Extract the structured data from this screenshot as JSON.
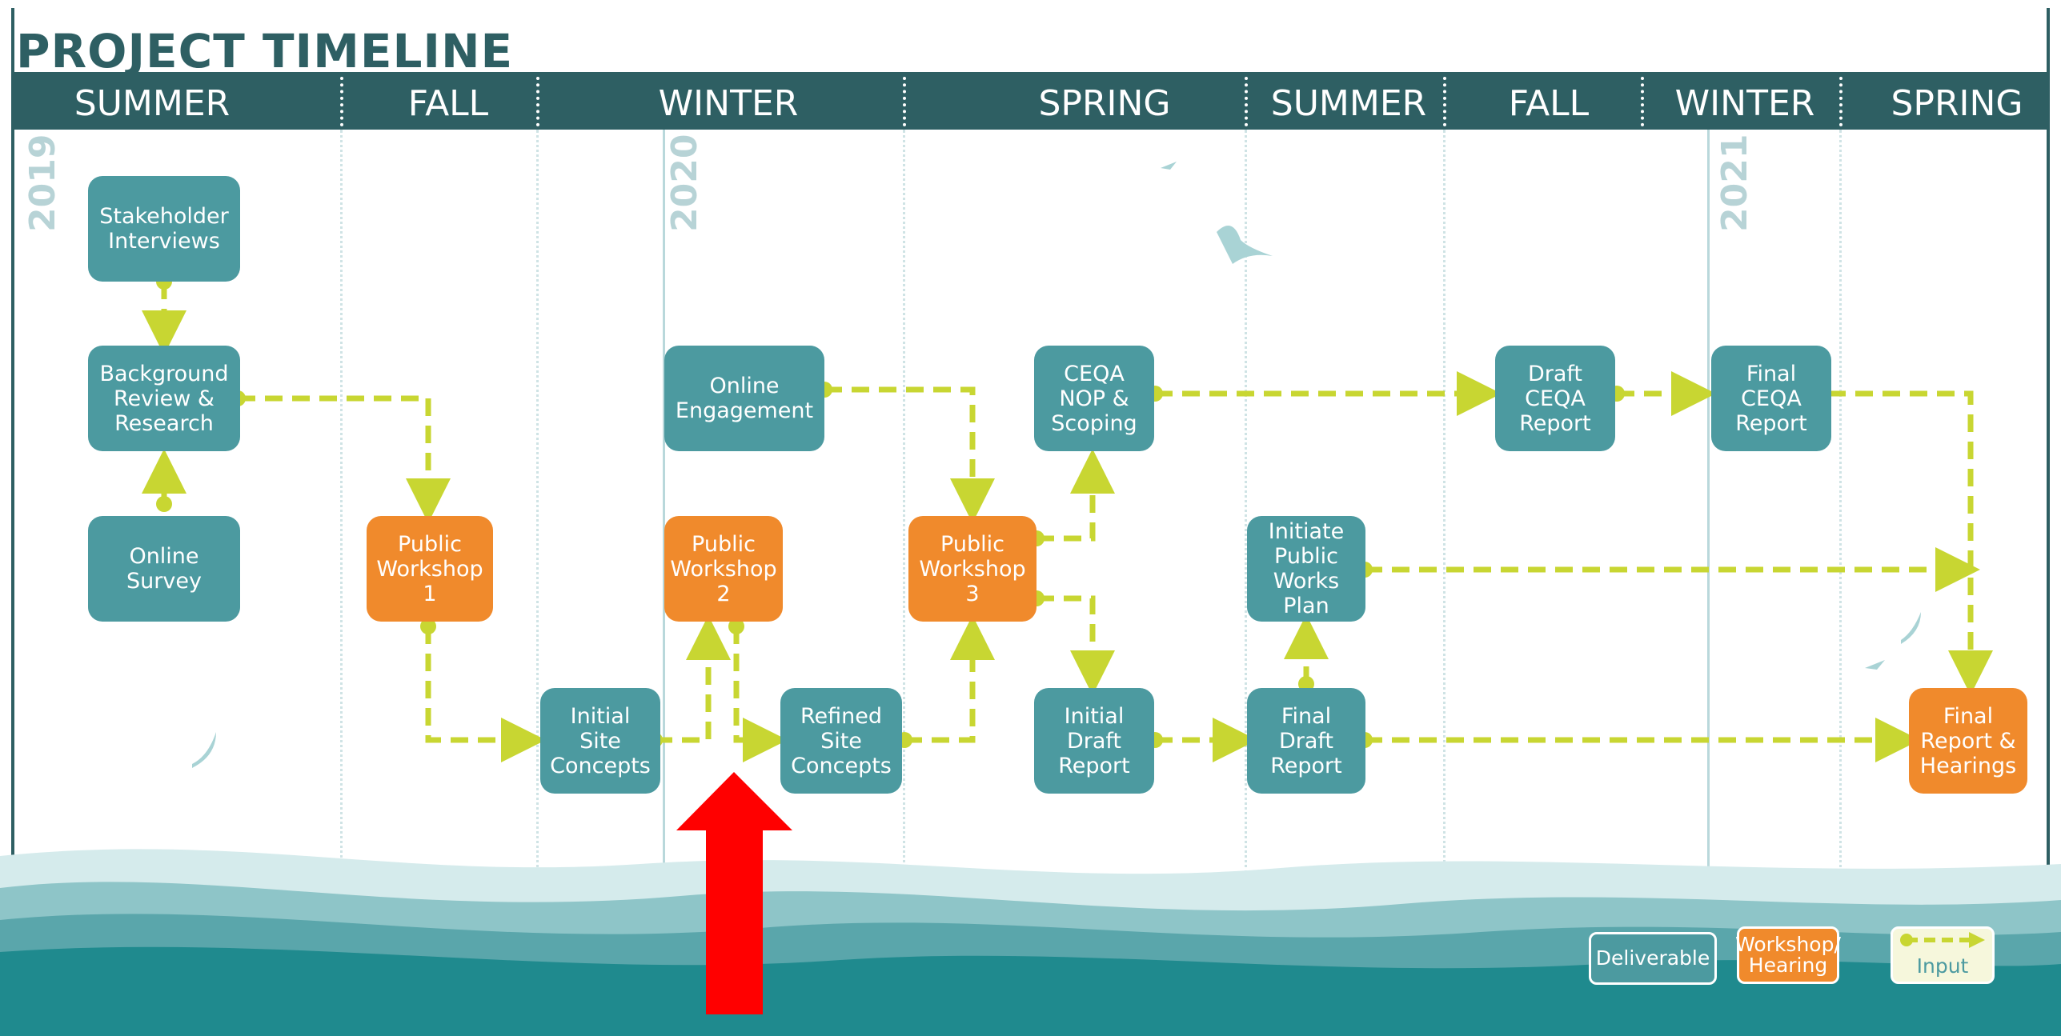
{
  "title": "PROJECT TIMELINE",
  "seasons": [
    "SUMMER",
    "FALL",
    "WINTER",
    "SPRING",
    "SUMMER",
    "FALL",
    "WINTER",
    "SPRING"
  ],
  "years": [
    "2019",
    "2020",
    "2021"
  ],
  "nodes": {
    "stakeholder_interviews": "Stakeholder\nInterviews",
    "background_review": "Background\nReview &\nResearch",
    "online_survey": "Online\nSurvey",
    "public_workshop_1": "Public\nWorkshop\n1",
    "initial_site_concepts": "Initial\nSite\nConcepts",
    "online_engagement": "Online\nEngagement",
    "public_workshop_2": "Public\nWorkshop\n2",
    "refined_site_concepts": "Refined\nSite\nConcepts",
    "public_workshop_3": "Public\nWorkshop\n3",
    "ceqa_nop": "CEQA\nNOP &\nScoping",
    "initial_draft_report": "Initial\nDraft\nReport",
    "initiate_public_works": "Initiate\nPublic\nWorks\nPlan",
    "final_draft_report": "Final\nDraft\nReport",
    "draft_ceqa_report": "Draft\nCEQA\nReport",
    "final_ceqa_report": "Final\nCEQA\nReport",
    "final_report_hearings": "Final\nReport &\nHearings"
  },
  "legend": {
    "deliverable": "Deliverable",
    "workshop": "Workshop/\nHearing",
    "input": "Input"
  },
  "colors": {
    "dark_teal": "#2e5f63",
    "deliverable": "#4c9aa0",
    "workshop": "#f08a2c",
    "input": "#c8d632",
    "marker_arrow": "#ff0000"
  }
}
